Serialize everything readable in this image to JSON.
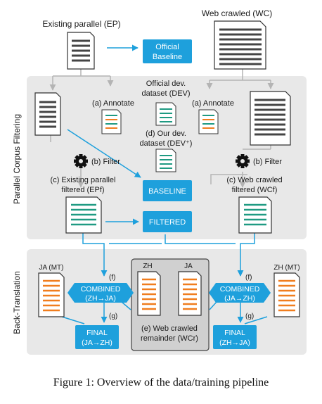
{
  "nodes": {
    "ep": "Existing parallel (EP)",
    "wc": "Web crawled (WC)",
    "official_baseline_1": "Official",
    "official_baseline_2": "Baseline",
    "official_dev_1": "Official dev.",
    "official_dev_2": "dataset (DEV)",
    "annotate_left": "(a) Annotate",
    "annotate_right": "(a) Annotate",
    "our_dev_1": "(d) Our dev.",
    "our_dev_2": "dataset (DEV⁺)",
    "filter_left": "(b) Filter",
    "filter_right": "(b) Filter",
    "epf_1": "(c) Existing parallel",
    "epf_2": "filtered (EPf)",
    "wcf_1": "(c) Web crawled",
    "wcf_2": "filtered (WCf)",
    "baseline": "BASELINE",
    "filtered": "FILTERED",
    "ja_mt": "JA (MT)",
    "zh_mt": "ZH (MT)",
    "zh": "ZH",
    "ja": "JA",
    "f_left": "(f)",
    "f_right": "(f)",
    "g_left": "(g)",
    "g_right": "(g)",
    "combined_left_1": "COMBINED",
    "combined_left_2": "(ZH→JA)",
    "combined_right_1": "COMBINED",
    "combined_right_2": "(JA→ZH)",
    "final_left_1": "FINAL",
    "final_left_2": "(JA→ZH)",
    "final_right_1": "FINAL",
    "final_right_2": "(ZH→JA)",
    "wcr_1": "(e) Web crawled",
    "wcr_2": "remainder (WCr)"
  },
  "sections": {
    "filtering": "Parallel Corpus Filtering",
    "backtranslation": "Back-Translation"
  },
  "caption": "Figure 1: Overview of the data/training pipeline",
  "colors": {
    "accent_blue": "#1ea0dc",
    "panel_gray": "#e8e8e8",
    "doc_dark": "#444444",
    "teal_lines": "#1f9a82",
    "orange_lines": "#f07d1e",
    "connector_gray": "#b4b4b4"
  }
}
